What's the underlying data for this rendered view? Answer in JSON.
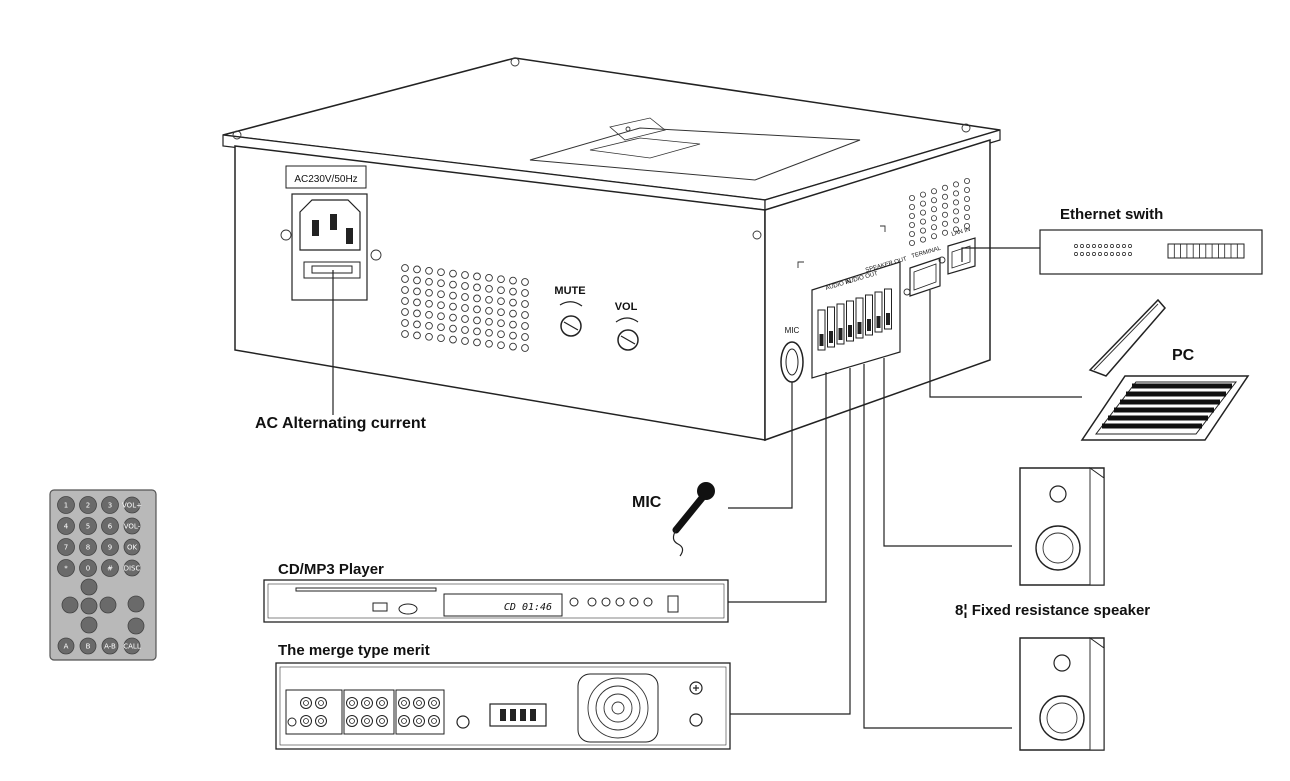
{
  "device": {
    "power_label": "AC230V/50Hz",
    "mute_label": "MUTE",
    "vol_label": "VOL",
    "mic_port_label": "MIC",
    "audio_in_label": "AUDIO IN",
    "audio_out_label": "AUDIO OUT",
    "speaker_out_label": "SPEAKER OUT",
    "terminal_label": "TERMINAL",
    "lan_label": "LAN IN"
  },
  "labels": {
    "ac": "AC Alternating current",
    "ethernet": "Ethernet swith",
    "pc": "PC",
    "mic": "MIC",
    "cd_player": "CD/MP3 Player",
    "merge": "The merge type merit",
    "speaker": "8¦ Fixed resistance speaker"
  },
  "cd_player": {
    "display_text": "CD 01:46"
  },
  "remote": {
    "rows": [
      [
        "1",
        "2",
        "3",
        "VOL+"
      ],
      [
        "4",
        "5",
        "6",
        "VOL-"
      ],
      [
        "7",
        "8",
        "9",
        "OK"
      ],
      [
        "*",
        "0",
        "#",
        "DISC"
      ]
    ],
    "bottom": [
      "A",
      "B",
      "A-B",
      "CALL"
    ]
  },
  "colors": {
    "line": "#222222",
    "remote_body": "#b9b9b9",
    "remote_button": "#6a6a6a"
  }
}
